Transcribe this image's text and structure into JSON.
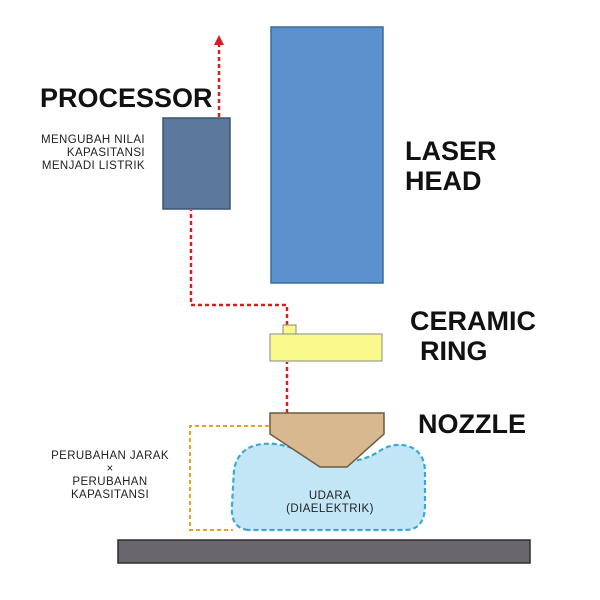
{
  "labels": {
    "processor": "PROCESSOR",
    "processor_note": [
      "MENGUBAH NILAI",
      "KAPASITANSI",
      "MENJADI LISTRIK"
    ],
    "laser_head": [
      "LASER",
      "HEAD"
    ],
    "ceramic_ring": [
      "CERAMIC",
      "RING"
    ],
    "nozzle": "NOZZLE",
    "distance_note": [
      "PERUBAHAN JARAK",
      "×",
      "PERUBAHAN",
      "KAPASITANSI"
    ],
    "air_gap": [
      "UDARA",
      "(DIAELEKTRIK)"
    ]
  },
  "colors": {
    "processor_box": "#5b7a9b",
    "laser_head": "#5b91cc",
    "ceramic_ring": "#fafa8c",
    "nozzle": "#d8b88e",
    "air_gap": "#c2e6f5",
    "air_gap_border": "#3aa8d8",
    "signal_line": "#d42020",
    "distance_line": "#f0a020",
    "workpiece": "#6a666e"
  }
}
